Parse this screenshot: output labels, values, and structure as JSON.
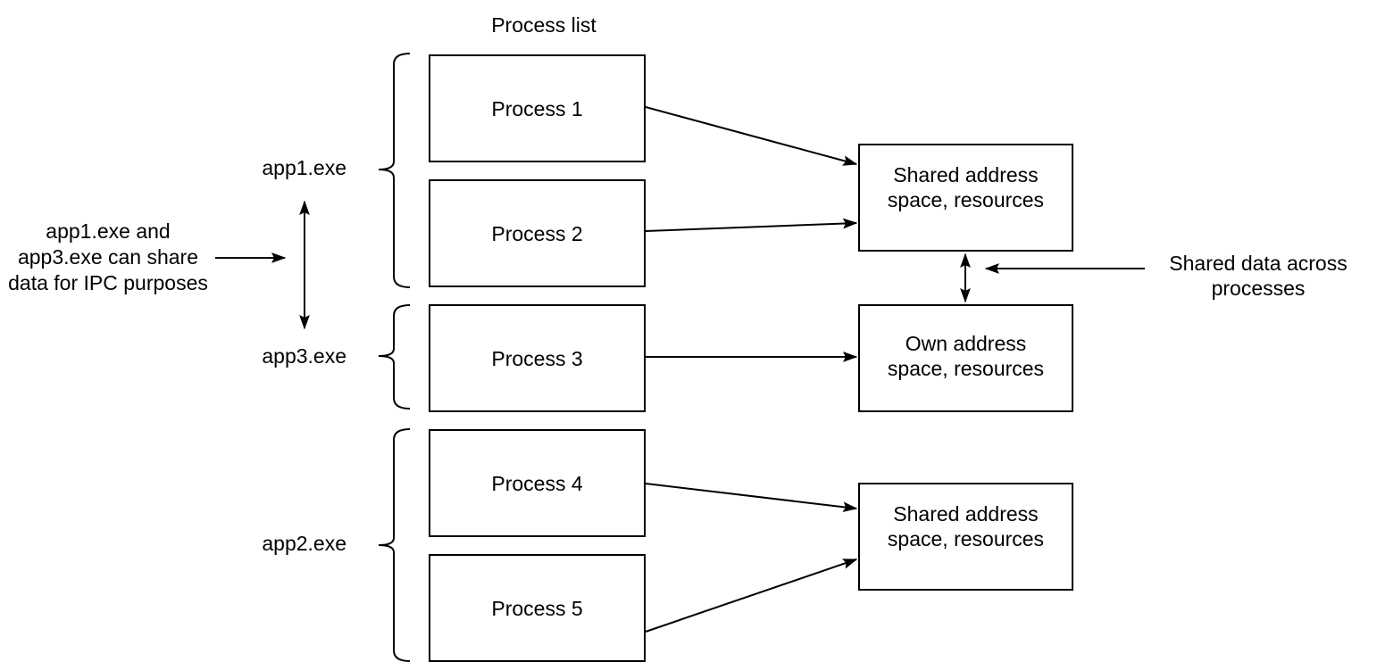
{
  "diagram": {
    "title": "Process list",
    "colors": {
      "stroke": "#000000",
      "background": "#ffffff",
      "text": "#000000"
    },
    "processes": [
      {
        "label": "Process 1"
      },
      {
        "label": "Process 2"
      },
      {
        "label": "Process 3"
      },
      {
        "label": "Process 4"
      },
      {
        "label": "Process 5"
      }
    ],
    "groups": [
      {
        "label": "app1.exe",
        "processes": [
          "Process 1",
          "Process 2"
        ]
      },
      {
        "label": "app3.exe",
        "processes": [
          "Process 3"
        ]
      },
      {
        "label": "app2.exe",
        "processes": [
          "Process 4",
          "Process 5"
        ]
      }
    ],
    "memory_boxes": [
      {
        "id": "shared-memory-1",
        "label": "Shared address\nspace, resources"
      },
      {
        "id": "own-memory",
        "label": "Own address\nspace, resources"
      },
      {
        "id": "shared-memory-2",
        "label": "Shared address\nspace, resources"
      }
    ],
    "annotations": {
      "ipc_note": "app1.exe and\napp3.exe can share\ndata for IPC purposes",
      "shared_data_note": "Shared data across\nprocesses"
    },
    "connections": [
      {
        "from": "Process 1",
        "to": "shared-memory-1",
        "type": "arrow"
      },
      {
        "from": "Process 2",
        "to": "shared-memory-1",
        "type": "arrow"
      },
      {
        "from": "Process 3",
        "to": "own-memory",
        "type": "arrow"
      },
      {
        "from": "Process 4",
        "to": "shared-memory-2",
        "type": "arrow"
      },
      {
        "from": "Process 5",
        "to": "shared-memory-2",
        "type": "arrow"
      },
      {
        "from": "shared-memory-1",
        "to": "own-memory",
        "type": "double-arrow"
      },
      {
        "from": "app1.exe",
        "to": "app3.exe",
        "type": "double-arrow"
      }
    ]
  }
}
